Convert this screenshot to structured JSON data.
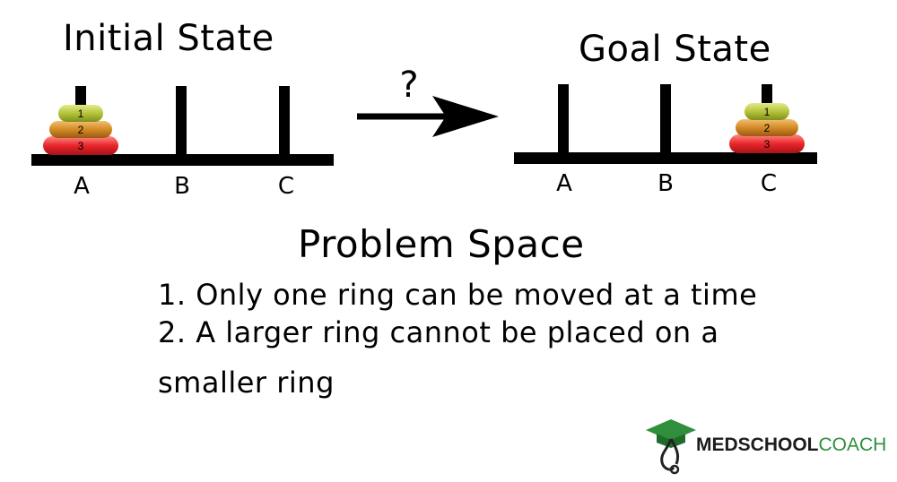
{
  "initial_state": {
    "title": "Initial State",
    "pegs": [
      "A",
      "B",
      "C"
    ],
    "rings": [
      "1",
      "2",
      "3"
    ],
    "ring_peg": "A"
  },
  "goal_state": {
    "title": "Goal State",
    "pegs": [
      "A",
      "B",
      "C"
    ],
    "rings": [
      "1",
      "2",
      "3"
    ],
    "ring_peg": "C"
  },
  "transition": {
    "symbol": "?"
  },
  "problem_space": {
    "heading": "Problem Space",
    "rules": [
      "1. Only one ring can be moved at a time",
      "2. A larger ring cannot be placed on a",
      "smaller ring"
    ]
  },
  "logo": {
    "part1": "MEDSCHOOL",
    "part2": "COACH"
  },
  "colors": {
    "ring_small": "#b5c43a",
    "ring_medium": "#d48a25",
    "ring_large": "#e8262b",
    "frame": "#000000",
    "logo_green": "#2f8f3c"
  }
}
